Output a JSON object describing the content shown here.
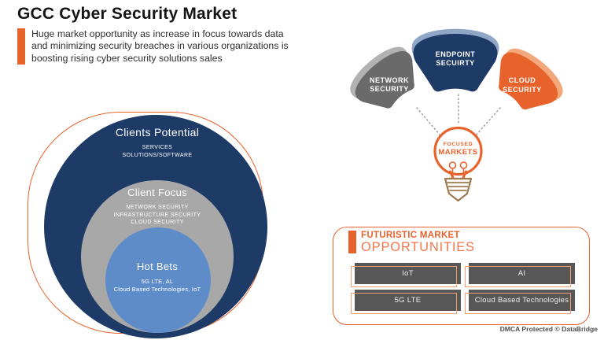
{
  "header": {
    "title": "GCC Cyber Security Market",
    "description_lines": [
      "Huge market opportunity as increase in focus towards data",
      "and minimizing security breaches in various organizations is",
      "boosting rising cyber security solutions sales"
    ]
  },
  "venn": {
    "outer": {
      "title": "Clients Potential",
      "lines": [
        "SERVICES",
        "SOLUTIONS/SOFTWARE"
      ]
    },
    "middle": {
      "title": "Client Focus",
      "lines": [
        "NETWORK SECURITY",
        "INFRASTRUCTURE SECURITY",
        "CLOUD SECURITY"
      ]
    },
    "inner": {
      "title": "Hot Bets",
      "lines": [
        "5G LTE, AL",
        "Cloud Based Technologies, IoT"
      ]
    }
  },
  "segments": {
    "network": {
      "line1": "NETWORK",
      "line2": "SECURITY"
    },
    "endpoint": {
      "line1": "ENDPOINT",
      "line2": "SECUIRTY"
    },
    "cloud": {
      "line1": "CLOUD",
      "line2": "SECURITY"
    },
    "bulb": {
      "line1": "FOCUSED",
      "line2": "MARKETS"
    }
  },
  "opportunities": {
    "title_line1": "FUTURISTIC MARKET",
    "title_line2": "OPPORTUNITIES",
    "items": [
      "IoT",
      "AI",
      "5G LTE",
      "Cloud Based Technologies"
    ]
  },
  "footer": {
    "dmca": "DMCA Protected © DataBridge"
  },
  "colors": {
    "accent_orange": "#E8622C",
    "accent_orange_light": "#F0774B",
    "salmon_outline": "#F49C72",
    "navy": "#1E3A66",
    "navy_echo": "#8FA6C6",
    "gray_dark": "#6A6A6A",
    "gray_echo": "#B2B2B2",
    "gray_circle": "#A8A8A8",
    "light_blue": "#5E8CC9",
    "orange_echo": "#F3A87C",
    "button_gray": "#575757",
    "bulb_base": "#A0794F",
    "dash_gray": "#9A9A9A"
  }
}
